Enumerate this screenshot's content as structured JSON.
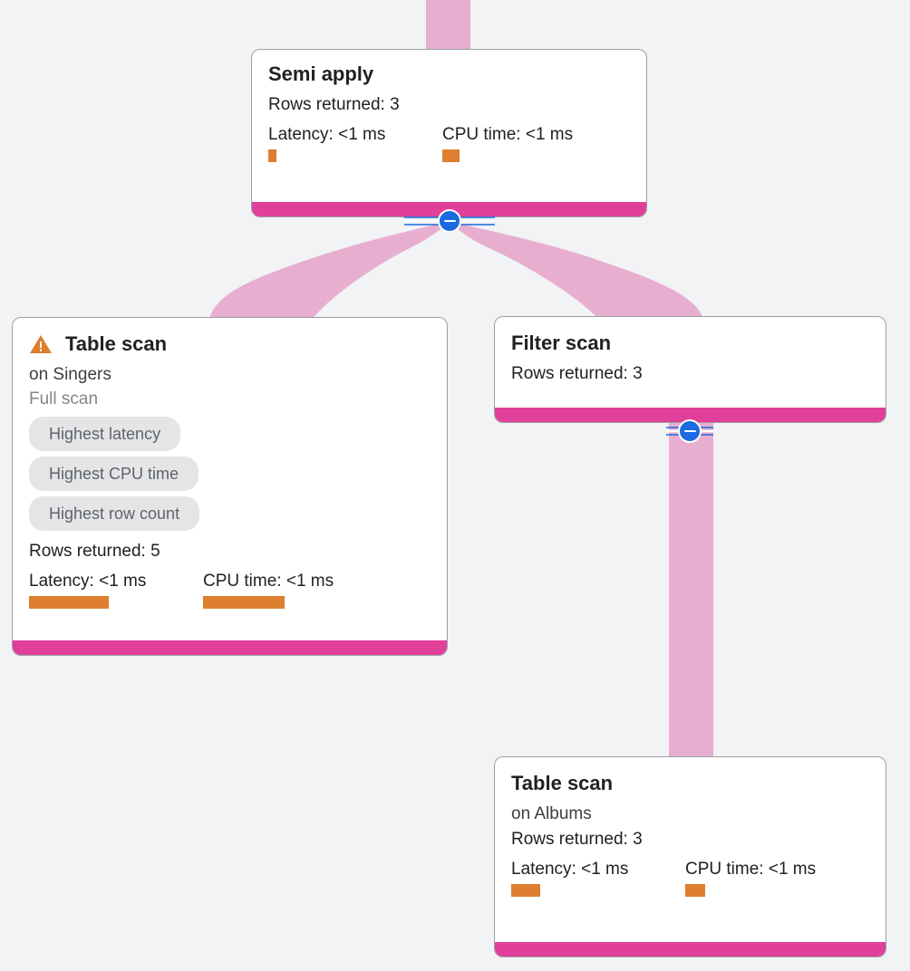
{
  "diagram": {
    "type": "query-execution-plan",
    "background_color": "#f1f3f4",
    "edge_color": "#e8aed0",
    "node_footer_color": "#e0409a",
    "metric_bar_color": "#dd7f2e",
    "collapse_button_color": "#1a6ae0"
  },
  "nodes": [
    {
      "id": "semi-apply",
      "title": "Semi apply",
      "rows_returned": "Rows returned: 3",
      "latency_label": "Latency: <1 ms",
      "latency_bar_width": 9,
      "cpu_label": "CPU time: <1 ms",
      "cpu_bar_width": 19
    },
    {
      "id": "table-scan-singers",
      "title": "Table scan",
      "warning_icon": "warning-triangle-icon",
      "subtitle": "on Singers",
      "scan_type": "Full scan",
      "chips": [
        "Highest latency",
        "Highest CPU time",
        "Highest row count"
      ],
      "rows_returned": "Rows returned: 5",
      "latency_label": "Latency: <1 ms",
      "latency_bar_width": 88,
      "cpu_label": "CPU time: <1 ms",
      "cpu_bar_width": 90
    },
    {
      "id": "filter-scan",
      "title": "Filter scan",
      "rows_returned": "Rows returned: 3"
    },
    {
      "id": "table-scan-albums",
      "title": "Table scan",
      "subtitle": "on Albums",
      "rows_returned": "Rows returned: 3",
      "latency_label": "Latency: <1 ms",
      "latency_bar_width": 32,
      "cpu_label": "CPU time: <1 ms",
      "cpu_bar_width": 22
    }
  ],
  "collapse_controls": [
    {
      "id": "semi-apply",
      "icon": "minus-circle-icon"
    },
    {
      "id": "filter-scan",
      "icon": "minus-circle-icon"
    }
  ]
}
